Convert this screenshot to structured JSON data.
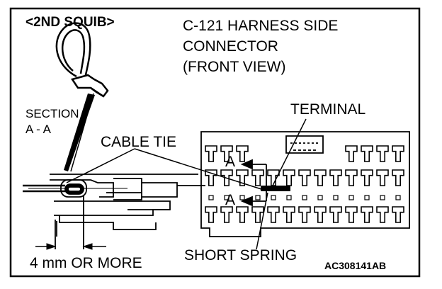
{
  "header": {
    "section_tag": "<2ND SQUIB>",
    "title_lines": [
      "C-121 HARNESS SIDE",
      "CONNECTOR",
      "(FRONT VIEW)"
    ]
  },
  "labels": {
    "section_line1": "SECTION",
    "section_line2": "A - A",
    "terminal": "TERMINAL",
    "cable_tie": "CABLE TIE",
    "marker_top": "A",
    "marker_bottom": "A",
    "short_spring": "SHORT SPRING",
    "clearance": "4 mm OR MORE"
  },
  "footer": {
    "figure_code": "AC308141AB"
  }
}
